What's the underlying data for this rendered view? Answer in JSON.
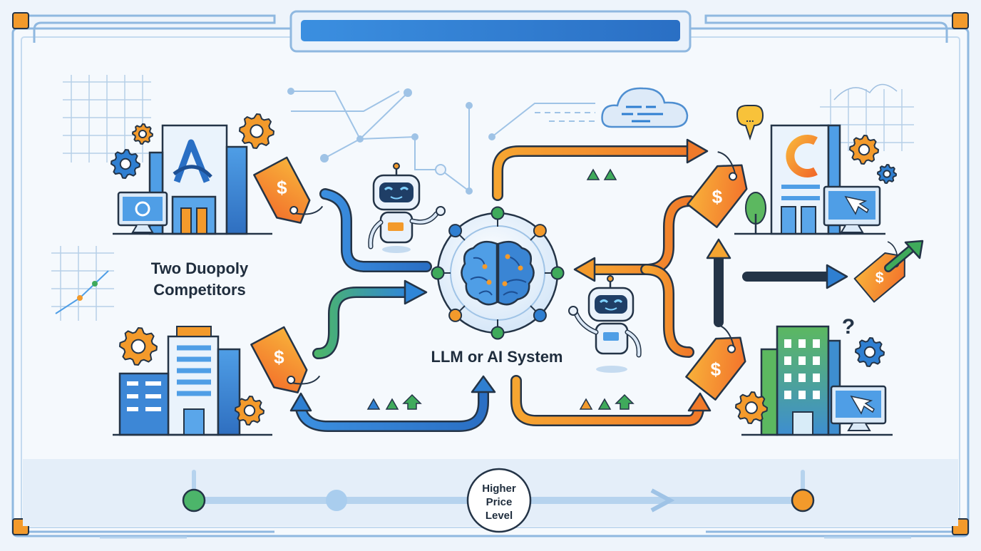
{
  "labels": {
    "competitors_line1": "Two Duopoly",
    "competitors_line2": "Competitors",
    "ai_system": "LLM or AI System",
    "price_line1": "Higher",
    "price_line2": "Price",
    "price_line3": "Level"
  },
  "icons": {
    "price_tag": "$",
    "question": "?",
    "chat": "...",
    "logo_a": "A",
    "logo_c": "C"
  },
  "colors": {
    "background": "#eef4fb",
    "frame": "#8fb8e0",
    "accent_orange": "#f39a2b",
    "accent_blue": "#2f7fd1",
    "accent_green": "#3faa5b",
    "outline": "#243447"
  }
}
